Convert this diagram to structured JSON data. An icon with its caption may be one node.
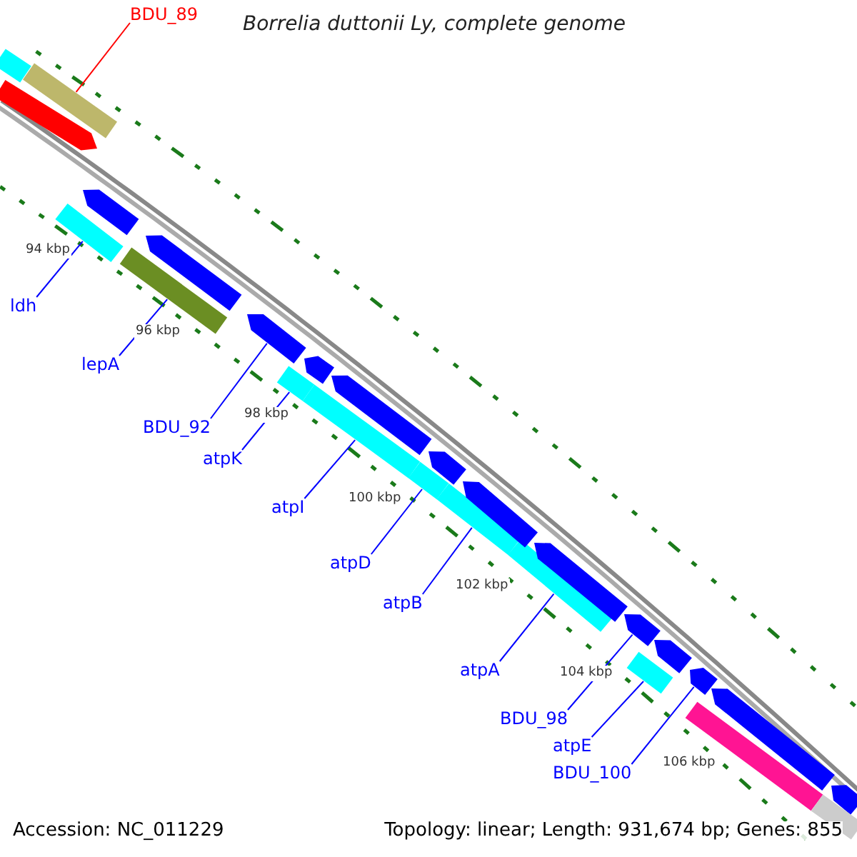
{
  "diagram": {
    "title": "Borrelia duttonii Ly, complete genome",
    "nodes": [
      {
        "text": [
          "BDU_89"
        ]
      },
      {
        "text": [],
        "shape": "bar"
      },
      {
        "text": [
          "ldh"
        ]
      },
      {
        "text": [],
        "shape": "bar"
      },
      {
        "text": [
          "lepA"
        ]
      },
      {
        "text": [],
        "shape": "bar"
      },
      {
        "text": [
          "BDU_92"
        ]
      },
      {
        "text": [],
        "shape": "bar"
      },
      {
        "text": [
          "atpK"
        ]
      },
      {
        "text": [],
        "shape": "bar"
      },
      {
        "text": [
          "atpI"
        ]
      },
      {
        "text": [],
        "shape": "bar"
      },
      {
        "text": [
          "atpD"
        ]
      },
      {
        "text": [],
        "shape": "bar"
      },
      {
        "text": [
          "atpB"
        ]
      },
      {
        "text": [],
        "shape": "bar"
      },
      {
        "text": [
          "atpA"
        ]
      },
      {
        "text": [],
        "shape": "bar"
      },
      {
        "text": [
          "BDU_98"
        ]
      },
      {
        "text": [],
        "shape": "bar"
      },
      {
        "text": [
          "atpE"
        ]
      },
      {
        "text": [],
        "shape": "bar"
      },
      {
        "text": [
          "BDU_100"
        ]
      },
      {
        "text": [],
        "shape": "bar"
      },
      {
        "text": [],
        "shape": "bar"
      },
      {
        "text": [],
        "shape": "bar"
      },
      {
        "text": [],
        "shape": "bar"
      },
      {
        "text": [],
        "shape": "bar"
      },
      {
        "text": [],
        "shape": "bar"
      },
      {
        "text": [],
        "shape": "bar"
      },
      {
        "text": [],
        "shape": "bar"
      },
      {
        "text": [],
        "shape": "bar"
      },
      {
        "text": [],
        "shape": "bar"
      },
      {
        "text": [],
        "shape": "bar"
      },
      {
        "text": [],
        "shape": "bar"
      },
      {
        "text": [],
        "shape": "bar"
      },
      {
        "text": [],
        "shape": "bar"
      },
      {
        "text": [],
        "shape": "bar"
      }
    ],
    "edges": [
      {
        "from": 0,
        "to": 1,
        "arrow": "none",
        "color": "#ff0000"
      },
      {
        "from": 2,
        "to": 3,
        "arrow": "none"
      },
      {
        "from": 4,
        "to": 5,
        "arrow": "none"
      },
      {
        "from": 6,
        "to": 7,
        "arrow": "none"
      },
      {
        "from": 8,
        "to": 9,
        "arrow": "none"
      },
      {
        "from": 10,
        "to": 11,
        "arrow": "none"
      },
      {
        "from": 12,
        "to": 13,
        "arrow": "none"
      },
      {
        "from": 14,
        "to": 15,
        "arrow": "none"
      },
      {
        "from": 16,
        "to": 17,
        "arrow": "none"
      },
      {
        "from": 18,
        "to": 19,
        "arrow": "none"
      },
      {
        "from": 20,
        "to": 21,
        "arrow": "none"
      },
      {
        "from": 22,
        "to": 23,
        "arrow": "none"
      }
    ],
    "labels": [
      "94 kbp",
      "96 kbp",
      "98 kbp",
      "100 kbp",
      "102 kbp",
      "104 kbp",
      "106 kbp",
      "Accession: NC_011229",
      "Topology: linear; Length: 931,674 bp; Genes: 855"
    ]
  }
}
